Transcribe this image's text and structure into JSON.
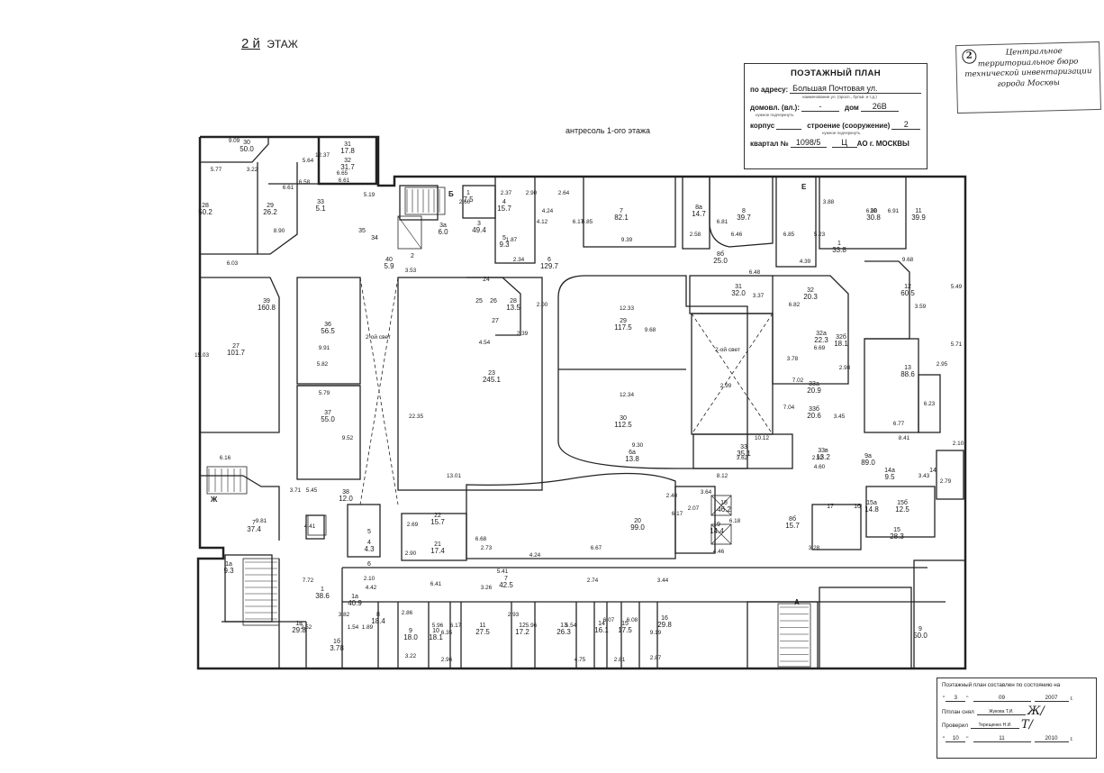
{
  "header": {
    "floor_number": "2 й",
    "floor_word": "ЭТАЖ",
    "mezzanine_note": "антресоль 1-ого этажа"
  },
  "title_block": {
    "heading": "ПОЭТАЖНЫЙ ПЛАН",
    "address_label": "по адресу:",
    "address_value": "Большая Почтовая ул.",
    "address_hint": "наименование ул. (просп., бульв. и т.д.)",
    "domovl_label": "домовл. (вл.):",
    "domovl_value": "-",
    "dom_label": "дом",
    "dom_value": "26В",
    "domovl_hint": "нужное подчеркнуть",
    "korpus_label": "корпус",
    "korpus_value": "",
    "stroenie_label": "строение (сооружение)",
    "stroenie_value": "2",
    "stroenie_hint": "нужное подчеркнуть",
    "kvartal_label": "квартал №",
    "kvartal_value": "1098/5",
    "okrug_value": "Ц",
    "okrug_suffix": "АО г. МОСКВЫ"
  },
  "stamp": {
    "number": "2",
    "line1": "Центральное",
    "line2": "территориальное бюро",
    "line3": "технической инвентаризации",
    "line4": "города Москвы"
  },
  "cert": {
    "line1": "Поэтажный план составлен по состоянию на",
    "date1_day": "3",
    "date1_month": "09",
    "date1_year": "2007",
    "surveyed_label": "П/план снял",
    "surveyed_name": "Жукова Т.И.",
    "checked_label": "Проверил",
    "checked_name": "Терещенко Н.И.",
    "date2_day": "10",
    "date2_month": "11",
    "date2_year": "2010",
    "year_suffix": "г.",
    "quote": "\""
  },
  "plan": {
    "rooms": [
      {
        "n": "30",
        "a": "50.0"
      },
      {
        "n": "31",
        "a": "17.8"
      },
      {
        "n": "32",
        "a": "31.7"
      },
      {
        "n": "28",
        "a": "50.2"
      },
      {
        "n": "29",
        "a": "26.2"
      },
      {
        "n": "33",
        "a": "5.1"
      },
      {
        "n": "35",
        "a": ""
      },
      {
        "n": "34",
        "a": ""
      },
      {
        "n": "40",
        "a": "5.9"
      },
      {
        "n": "2",
        "a": ""
      },
      {
        "n": "1",
        "a": "7.5"
      },
      {
        "n": "3а",
        "a": "6.0"
      },
      {
        "n": "3",
        "a": "49.4"
      },
      {
        "n": "4",
        "a": "15.7"
      },
      {
        "n": "5",
        "a": "9.3"
      },
      {
        "n": "6",
        "a": "129.7"
      },
      {
        "n": "7",
        "a": "82.1"
      },
      {
        "n": "8а",
        "a": "14.7"
      },
      {
        "n": "8",
        "a": "39.7"
      },
      {
        "n": "8б",
        "a": "25.0"
      },
      {
        "n": "1",
        "a": "33.8"
      },
      {
        "n": "10",
        "a": "30.8"
      },
      {
        "n": "11",
        "a": "39.9"
      },
      {
        "n": "39",
        "a": "160.8"
      },
      {
        "n": "27",
        "a": "101.7"
      },
      {
        "n": "36",
        "a": "56.5"
      },
      {
        "n": "37",
        "a": "55.0"
      },
      {
        "n": "38",
        "a": "12.0"
      },
      {
        "n": "23",
        "a": "245.1"
      },
      {
        "n": "24",
        "a": ""
      },
      {
        "n": "25",
        "a": ""
      },
      {
        "n": "26",
        "a": ""
      },
      {
        "n": "28",
        "a": "13.5"
      },
      {
        "n": "27",
        "a": ""
      },
      {
        "n": "29",
        "a": "117.5"
      },
      {
        "n": "30",
        "a": "112.5"
      },
      {
        "n": "31",
        "a": "32.0"
      },
      {
        "n": "32",
        "a": "20.3"
      },
      {
        "n": "32а",
        "a": "22.3"
      },
      {
        "n": "32б",
        "a": "18.1"
      },
      {
        "n": "33а",
        "a": "20.9"
      },
      {
        "n": "33б",
        "a": "20.6"
      },
      {
        "n": "33",
        "a": "35.1"
      },
      {
        "n": "33в",
        "a": "13.2"
      },
      {
        "n": "12",
        "a": "60.5"
      },
      {
        "n": "13",
        "a": "88.6"
      },
      {
        "n": "9а",
        "a": "89.0"
      },
      {
        "n": "14а",
        "a": "9.5"
      },
      {
        "n": "14",
        "a": ""
      },
      {
        "n": "15а",
        "a": "14.8"
      },
      {
        "n": "15б",
        "a": "12.5"
      },
      {
        "n": "15",
        "a": "28.3"
      },
      {
        "n": "17",
        "a": ""
      },
      {
        "n": "16",
        "a": ""
      },
      {
        "n": "8б",
        "a": "15.7"
      },
      {
        "n": "18",
        "a": "46.2"
      },
      {
        "n": "19",
        "a": "14.4"
      },
      {
        "n": "20",
        "a": "99.0"
      },
      {
        "n": "6а",
        "a": "13.8"
      },
      {
        "n": "22",
        "a": "15.7"
      },
      {
        "n": "21",
        "a": "17.4"
      },
      {
        "n": "4",
        "a": "4.3"
      },
      {
        "n": "5",
        "a": ""
      },
      {
        "n": "6",
        "a": ""
      },
      {
        "n": "7",
        "a": "37.4"
      },
      {
        "n": "7",
        "a": "42.5"
      },
      {
        "n": "1а",
        "a": "9.3"
      },
      {
        "n": "1",
        "a": "38.6"
      },
      {
        "n": "1а",
        "a": "40.9"
      },
      {
        "n": "1в",
        "a": "29.8"
      },
      {
        "n": "1б",
        "a": "3.78"
      },
      {
        "n": "8",
        "a": "18.4"
      },
      {
        "n": "9",
        "a": "18.0"
      },
      {
        "n": "10",
        "a": "18.1"
      },
      {
        "n": "11",
        "a": "27.5"
      },
      {
        "n": "12",
        "a": "17.2"
      },
      {
        "n": "13",
        "a": "26.3"
      },
      {
        "n": "14",
        "a": "16.1"
      },
      {
        "n": "15",
        "a": "17.5"
      },
      {
        "n": "16",
        "a": "29.8"
      },
      {
        "n": "9",
        "a": "50.0"
      }
    ],
    "dimensions": [
      "9.09",
      "5.64",
      "6.65",
      "12.37",
      "6.61",
      "5.19",
      "5.77",
      "3.22",
      "8.90",
      "6.61",
      "6.58",
      "6.03",
      "3.53",
      "2.37",
      "2.90",
      "2.64",
      "2.60",
      "4.24",
      "4.12",
      "1.87",
      "2.34",
      "6.17",
      "6.85",
      "9.39",
      "2.58",
      "6.81",
      "6.46",
      "3.88",
      "6.85",
      "5.23",
      "6.88",
      "6.91",
      "4.39",
      "9.68",
      "6.48",
      "15.03",
      "9.91",
      "5.82",
      "5.79",
      "9.52",
      "22.35",
      "4.54",
      "2.39",
      "2.00",
      "12.33",
      "9.68",
      "3.37",
      "6.82",
      "3.59",
      "5.49",
      "3.78",
      "2.98",
      "6.69",
      "5.71",
      "2.95",
      "7.02",
      "2.99",
      "7.04",
      "12.34",
      "6.23",
      "3.45",
      "10.12",
      "6.77",
      "8.41",
      "2.10",
      "9.30",
      "3.62",
      "2.92",
      "4.60",
      "6.16",
      "3.71",
      "5.45",
      "13.01",
      "8.12",
      "3.43",
      "2.79",
      "2.40",
      "3.64",
      "2.07",
      "6.17",
      "6.18",
      "4.46",
      "3.28",
      "9.81",
      "4.41",
      "2.69",
      "6.68",
      "2.73",
      "4.24",
      "6.67",
      "2.90",
      "5.41",
      "6.41",
      "3.26",
      "2.74",
      "3.44",
      "7.72",
      "4.42",
      "2.10",
      "3.82",
      "2.52",
      "1.54",
      "1.89",
      "2.86",
      "5.96",
      "6.35",
      "6.17",
      "3.22",
      "2.96",
      "2.93",
      "5.96",
      "5.54",
      "4.75",
      "6.07",
      "2.81",
      "6.08",
      "2.87",
      "9.19"
    ],
    "letters": [
      "Б",
      "Е",
      "Ж",
      "А"
    ],
    "light_note": "2-ой свет",
    "light_note_right": "2-ой свет"
  }
}
